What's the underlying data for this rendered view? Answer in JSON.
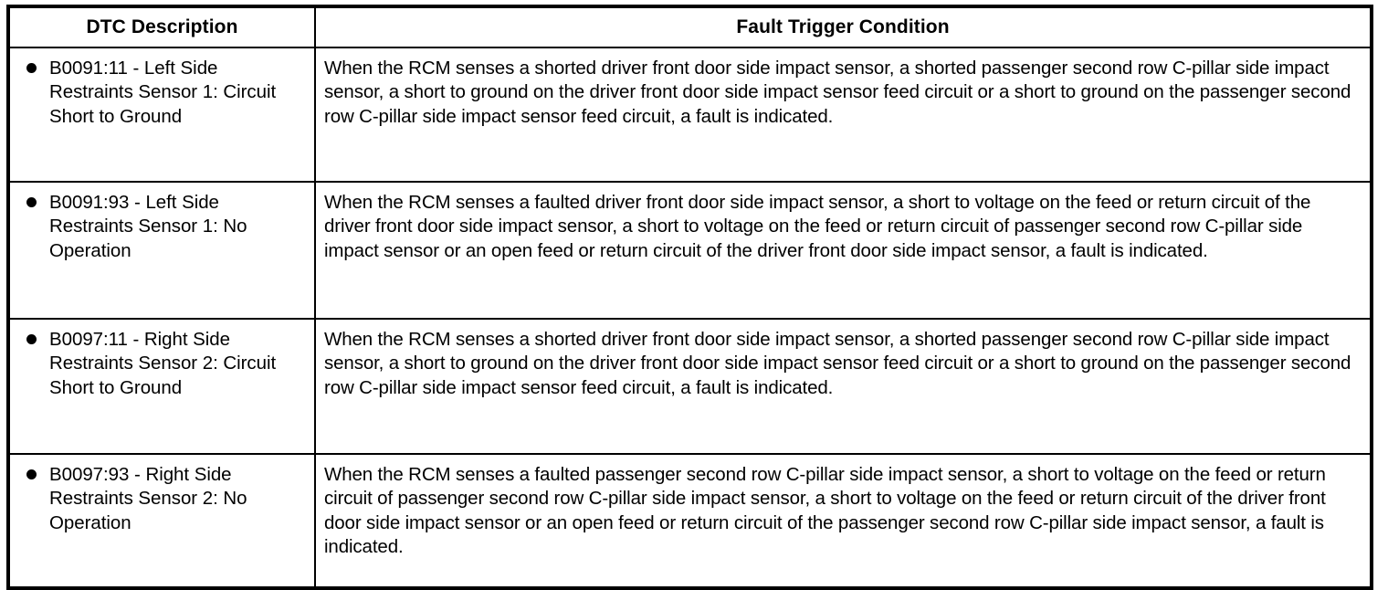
{
  "table": {
    "headers": {
      "dtc_description": "DTC Description",
      "fault_trigger_condition": "Fault Trigger Condition"
    },
    "rows": [
      {
        "dtc": "B0091:11 - Left Side Restraints Sensor 1: Circuit Short to Ground",
        "condition": "When the RCM senses a shorted driver front door side impact sensor, a shorted passenger second row C-pillar side impact sensor, a short to ground on the driver front door side impact sensor feed circuit or a short to ground on the passenger second row C-pillar side impact sensor feed circuit, a fault is indicated."
      },
      {
        "dtc": "B0091:93 - Left Side Restraints Sensor 1: No Operation",
        "condition": "When the RCM senses a faulted driver front door side impact sensor, a short to voltage on the feed or return circuit of the driver front door side impact sensor, a short to voltage on the feed or return circuit of passenger second row C-pillar side impact sensor or an open feed or return circuit of the driver front door side impact sensor, a fault is indicated."
      },
      {
        "dtc": "B0097:11 - Right Side Restraints Sensor 2: Circuit Short to Ground",
        "condition": "When the RCM senses a shorted driver front door side impact sensor, a shorted passenger second row C-pillar side impact sensor, a short to ground on the driver front door side impact sensor feed circuit or a short to ground on the passenger second row C-pillar side impact sensor feed circuit, a fault is indicated."
      },
      {
        "dtc": "B0097:93 - Right Side Restraints Sensor 2: No Operation",
        "condition": "When the RCM senses a faulted passenger second row C-pillar side impact sensor, a short to voltage on the feed or return circuit of passenger second row C-pillar side impact sensor, a short to voltage on the feed or return circuit of the driver front door side impact sensor or an open feed or return circuit of the passenger second row C-pillar side impact sensor, a fault is indicated."
      }
    ]
  },
  "style": {
    "text_color": "#000000",
    "border_color": "#000000",
    "background_color": "#ffffff"
  }
}
